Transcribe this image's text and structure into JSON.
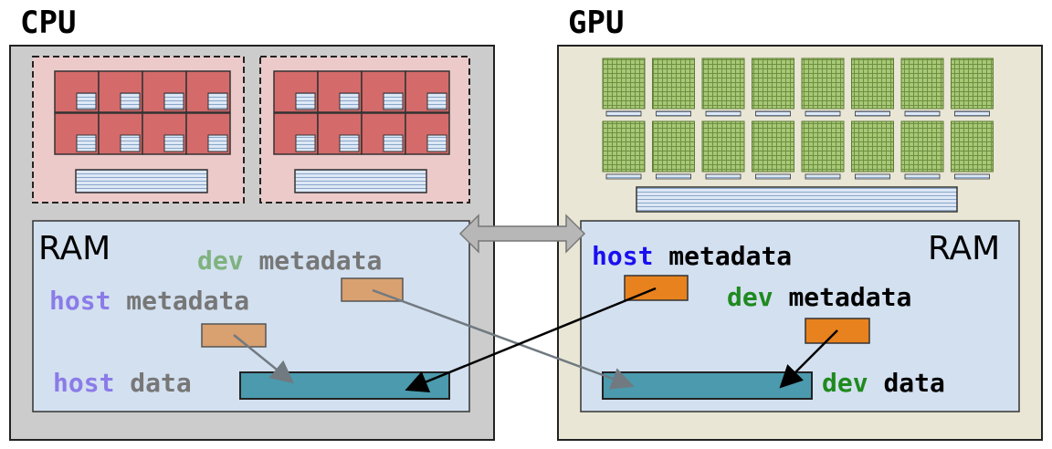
{
  "cpu": {
    "title": "CPU",
    "ram": {
      "label": "RAM",
      "dev_metadata": {
        "prefix": "dev",
        "suffix": "metadata"
      },
      "host_metadata": {
        "prefix": "host",
        "suffix": "metadata"
      },
      "host_data": {
        "prefix": "host",
        "suffix": "data"
      }
    }
  },
  "gpu": {
    "title": "GPU",
    "ram": {
      "label": "RAM",
      "host_metadata": {
        "prefix": "host",
        "suffix": "metadata"
      },
      "dev_metadata": {
        "prefix": "dev",
        "suffix": "metadata"
      },
      "dev_data": {
        "prefix": "dev",
        "suffix": "data"
      }
    }
  },
  "colors": {
    "cpu_chip_bg": "#cccccc",
    "gpu_chip_bg": "#e9e6d5",
    "socket_bg": "#eccaca",
    "core_red": "#d46a6a",
    "cache_blue": "#d5e4f4",
    "ram_blue": "#d3e0f0",
    "sm_green": "#9cbf6a",
    "data_teal": "#4b9aae",
    "cpu_meta_tan": "#d9a070",
    "gpu_meta_orange": "#e8821e",
    "host_label_faded": "#8b7be8",
    "dev_label_faded": "#7fb27f",
    "host_label": "#1a0ff0",
    "dev_label": "#1f8a1f"
  }
}
